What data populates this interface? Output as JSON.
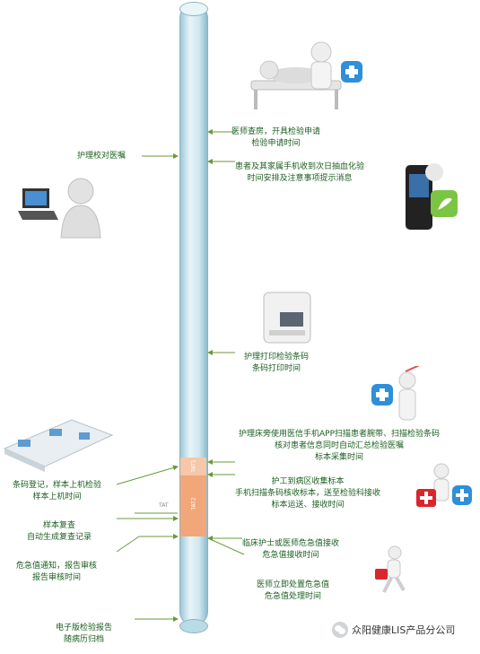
{
  "timeline": {
    "right_labels": [
      {
        "line1": "医师查房，开具检验申请",
        "line2": "检验申请时间"
      },
      {
        "line1": "患者及其家属手机收到次日抽血化验",
        "line2": "时间安排及注意事项提示消息"
      },
      {
        "line1": "护理打印检验条码",
        "line2": "条码打印时间"
      },
      {
        "line1": "护理床旁使用医信手机APP扫描患者腕带、扫描检验条码",
        "line2": "核对患者信息同时自动汇总检验医嘱",
        "line3": "标本采集时间"
      },
      {
        "line1": "护工到病区收集标本",
        "line2": "手机扫描条码核收标本，送至检验科接收",
        "line3": "标本运送、接收时间"
      },
      {
        "line1": "临床护士或医师危急值接收",
        "line2": "危急值接收时间"
      },
      {
        "line1": "医师立即处置危急值",
        "line2": "危急值处理时间"
      }
    ],
    "left_labels": [
      {
        "line1": "护理校对医嘱"
      },
      {
        "line1": "条码登记，样本上机检验",
        "line2": "样本上机时间"
      },
      {
        "line1": "样本复查",
        "line2": "自动生成复查记录"
      },
      {
        "line1": "危急值通知，报告审核",
        "line2": "报告审核时间"
      },
      {
        "line1": "电子版检验报告",
        "line2": "随病历归档"
      }
    ],
    "tat_labels": {
      "seg1": "TAT1",
      "seg2": "TAT2",
      "side": "TAT"
    }
  },
  "watermark": {
    "text": "众阳健康LIS产品分公司"
  },
  "icons": [
    "doctor-bed-icon",
    "smartphone-icon",
    "laptop-user-icon",
    "label-printer-icon",
    "nurse-syringe-icon",
    "courier-icon",
    "lab-automation-icon",
    "running-medic-icon",
    "medical-kit-icon",
    "wechat-icon"
  ],
  "colors": {
    "text": "#1b5e20",
    "arrow": "#6a9a3a",
    "tube": "#cfe7ef",
    "tat": "#f2a77a"
  }
}
